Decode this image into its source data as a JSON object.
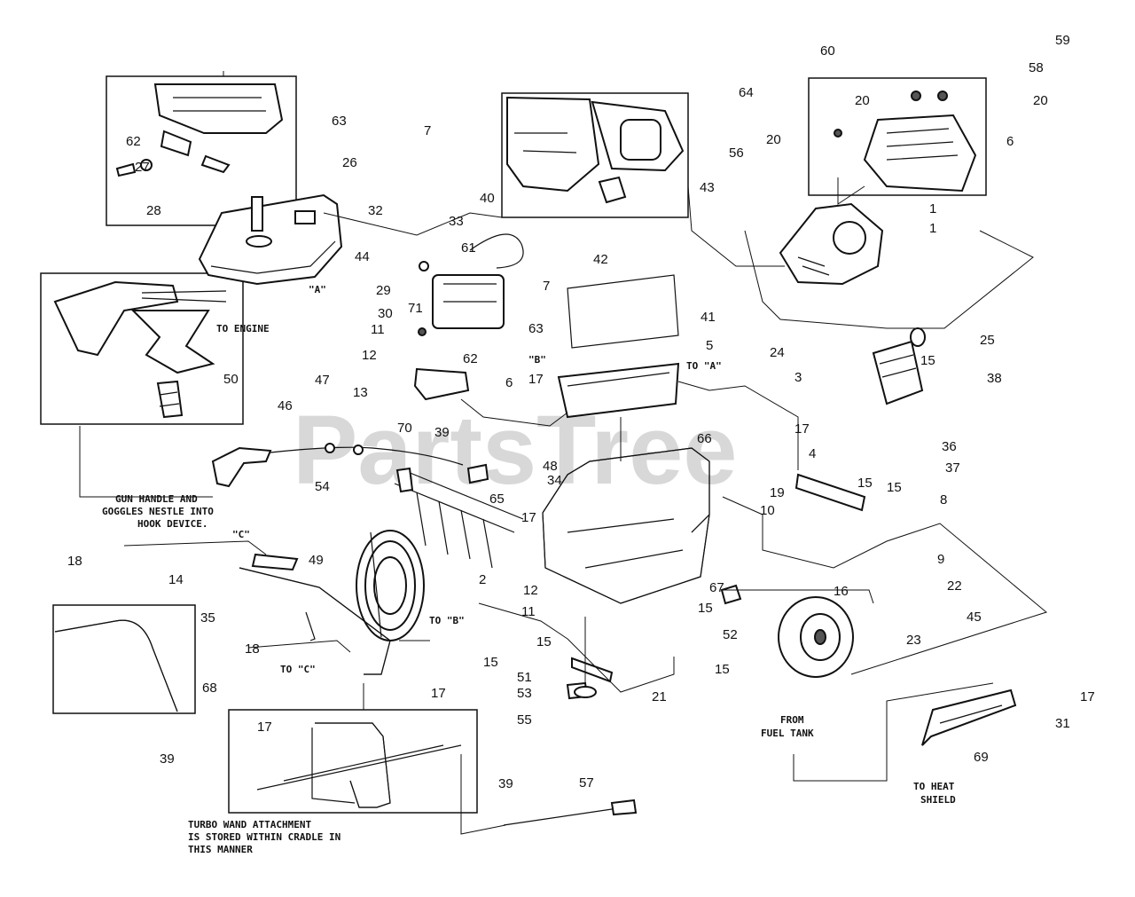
{
  "watermark": "PartsTree",
  "trademark": "TM",
  "part_numbers": [
    "1",
    "2",
    "3",
    "4",
    "5",
    "6",
    "6",
    "7",
    "7",
    "8",
    "9",
    "10",
    "11",
    "11",
    "12",
    "12",
    "13",
    "14",
    "15",
    "15",
    "15",
    "15",
    "15",
    "15",
    "15",
    "16",
    "17",
    "17",
    "17",
    "17",
    "17",
    "17",
    "18",
    "18",
    "19",
    "20",
    "20",
    "20",
    "21",
    "22",
    "23",
    "24",
    "25",
    "26",
    "27",
    "28",
    "29",
    "30",
    "31",
    "32",
    "33",
    "34",
    "35",
    "36",
    "37",
    "38",
    "39",
    "39",
    "39",
    "40",
    "41",
    "42",
    "43",
    "44",
    "45",
    "46",
    "47",
    "48",
    "49",
    "50",
    "51",
    "52",
    "53",
    "54",
    "55",
    "56",
    "57",
    "58",
    "59",
    "60",
    "61",
    "62",
    "62",
    "63",
    "63",
    "64",
    "65",
    "66",
    "67",
    "68",
    "69",
    "70",
    "71"
  ],
  "notes": {
    "to_engine": "TO ENGINE",
    "to_a": "TO \"A\"",
    "mark_a": "\"A\"",
    "mark_b": "\"B\"",
    "mark_c": "\"C\"",
    "to_b": "TO \"B\"",
    "to_c": "TO \"C\"",
    "gun_handle_1": "GUN HANDLE AND",
    "gun_handle_2": "GOGGLES NESTLE INTO",
    "gun_handle_3": "HOOK DEVICE.",
    "from_fuel_1": "FROM",
    "from_fuel_2": "FUEL TANK",
    "heat_shield_1": "TO HEAT",
    "heat_shield_2": "SHIELD",
    "turbo_1": "TURBO WAND ATTACHMENT",
    "turbo_2": "IS STORED WITHIN CRADLE IN",
    "turbo_3": "THIS MANNER"
  }
}
